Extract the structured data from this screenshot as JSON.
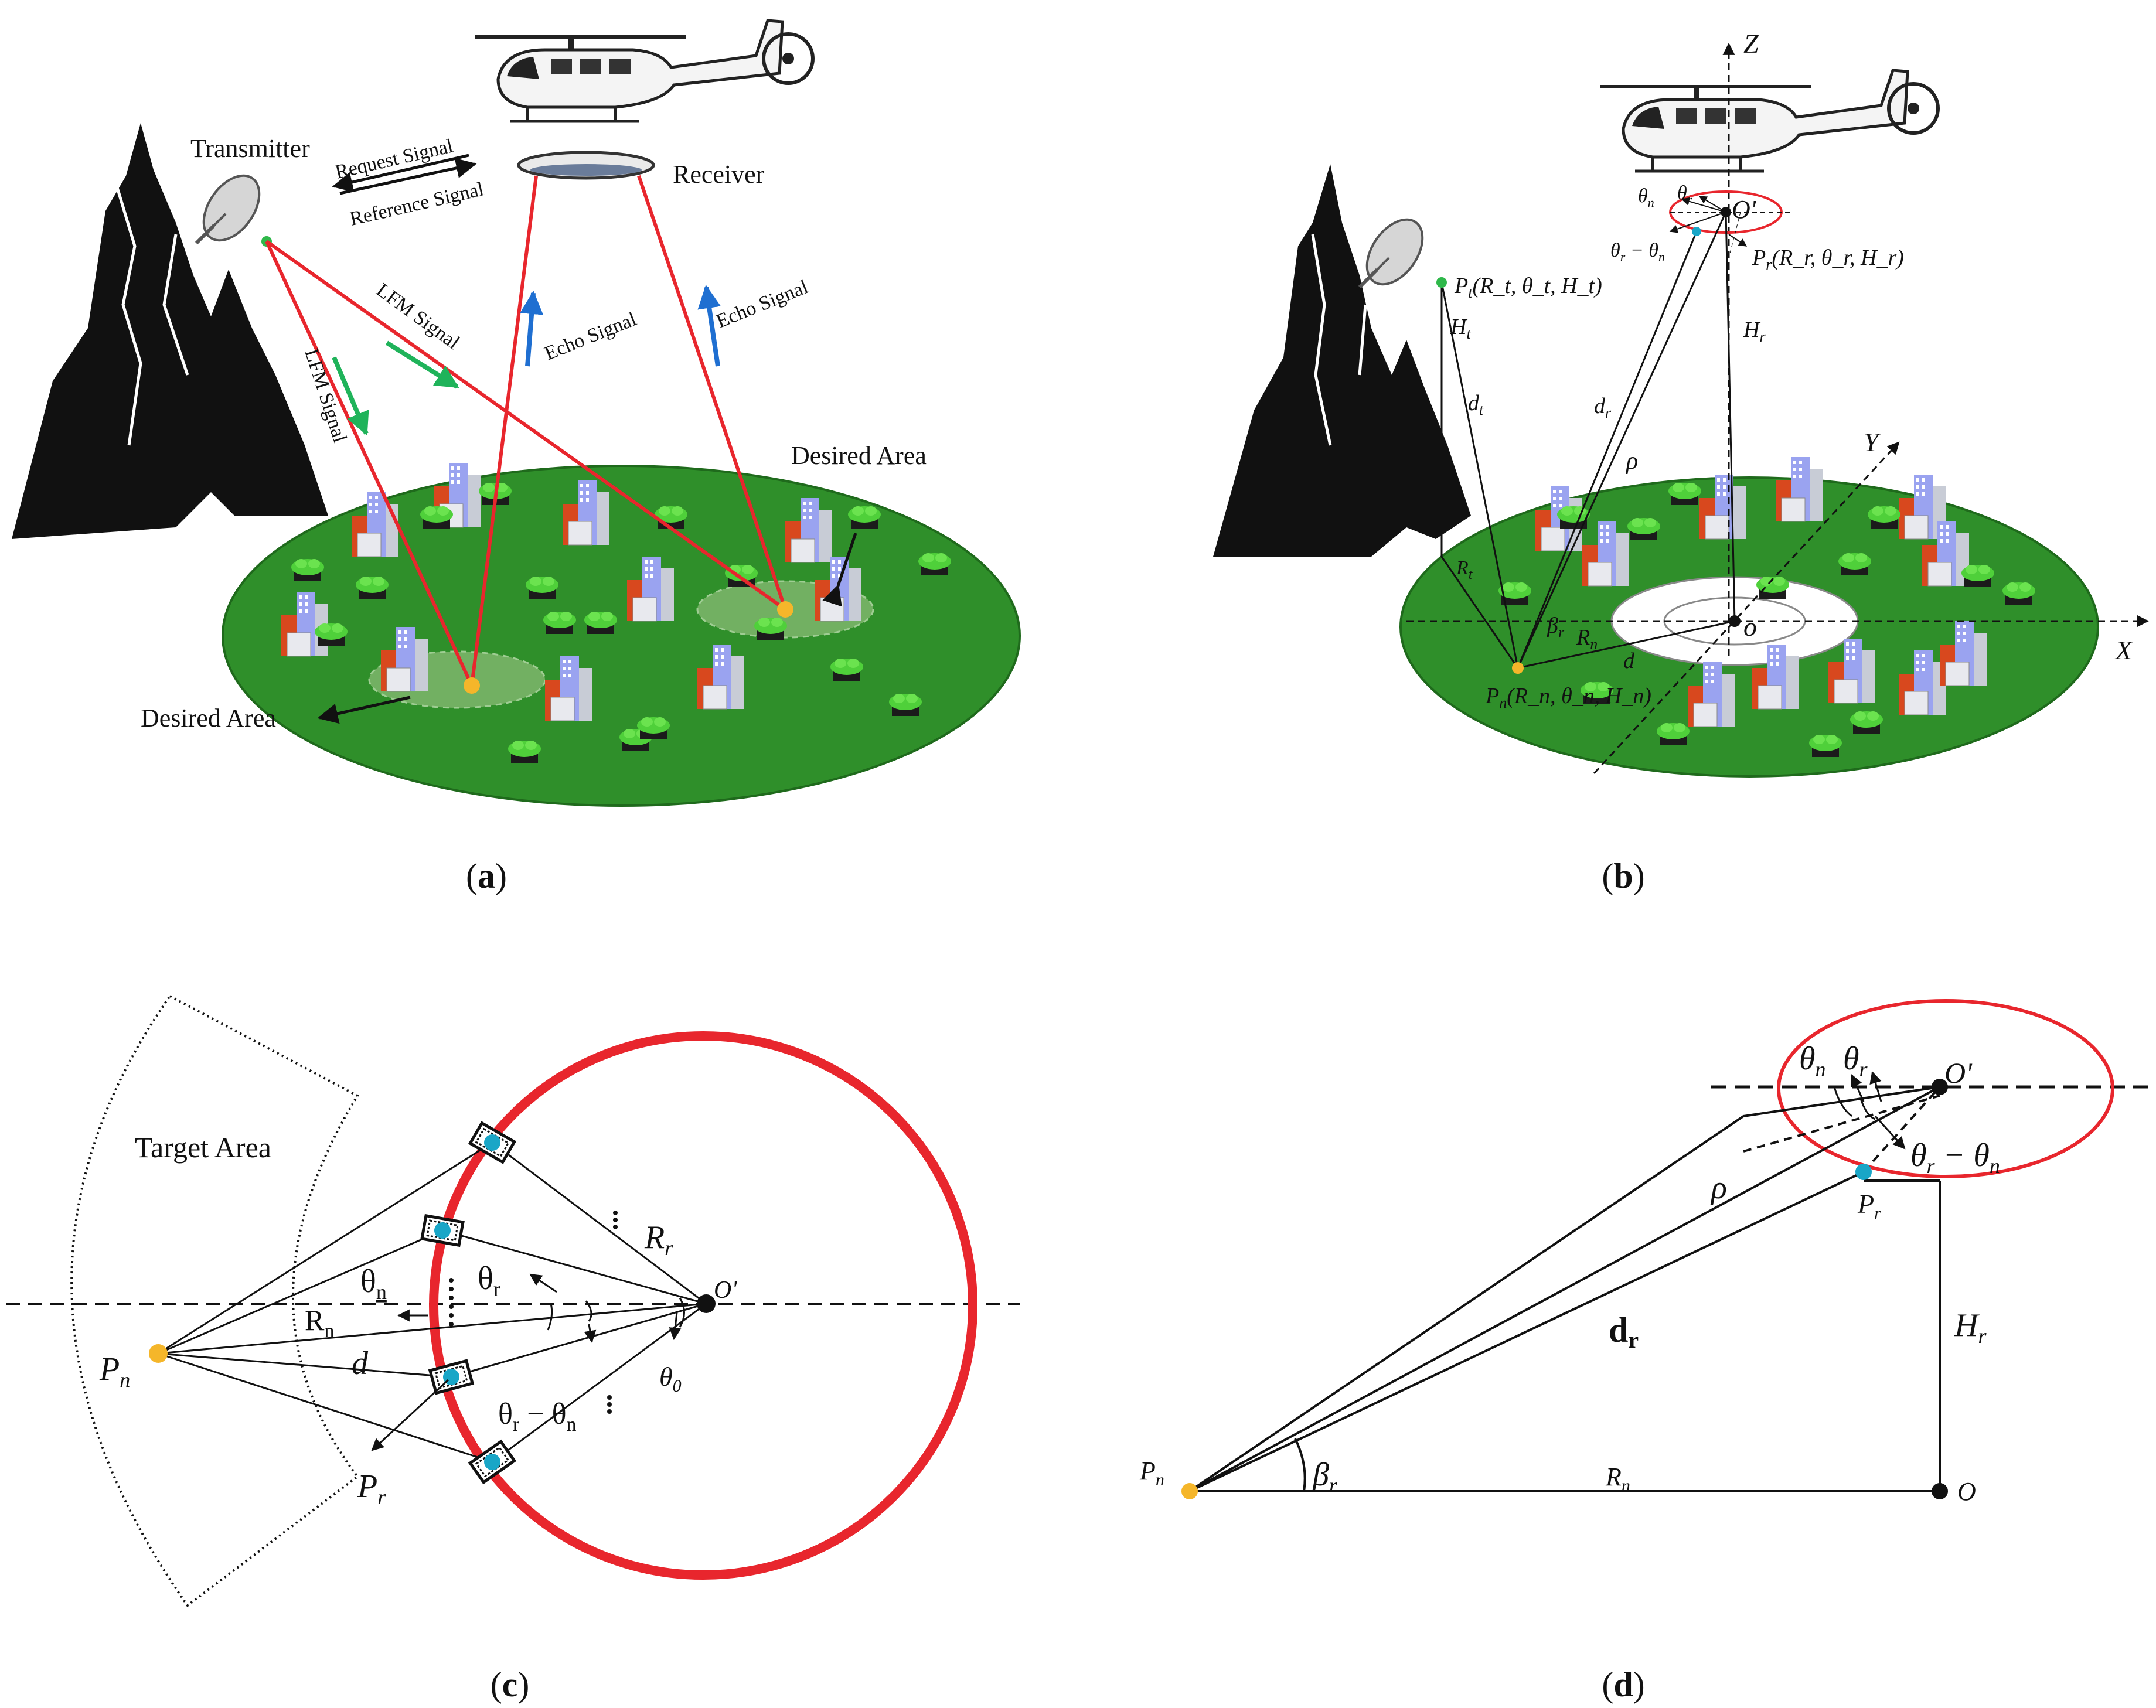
{
  "panels": {
    "a": {
      "caption_open": "(",
      "caption_letter": "a",
      "caption_close": ")",
      "labels": {
        "transmitter": "Transmitter",
        "receiver": "Receiver",
        "request_signal": "Request Signal",
        "reference_signal": "Reference Signal",
        "lfm_signal_1": "LFM Signal",
        "lfm_signal_2": "LFM Signal",
        "echo_signal_1": "Echo Signal",
        "echo_signal_2": "Echo Signal",
        "desired_area_1": "Desired Area",
        "desired_area_2": "Desired Area"
      }
    },
    "b": {
      "caption_open": "(",
      "caption_letter": "b",
      "caption_close": ")",
      "labels": {
        "axis_z": "Z",
        "axis_x": "X",
        "axis_y": "Y",
        "origin_top": "O'",
        "origin": "o",
        "pt": "P",
        "pt_sub": "t",
        "pt_args": "(R",
        "pr": "P",
        "pr_sub": "r",
        "pn": "P",
        "pn_sub": "n",
        "ht": "H",
        "ht_sub": "t",
        "hr": "H",
        "hr_sub": "r",
        "dt": "d",
        "dt_sub": "t",
        "dr": "d",
        "dr_sub": "r",
        "rho": "ρ",
        "rt": "R",
        "rt_sub": "t",
        "rn": "R",
        "rn_sub": "n",
        "beta": "β",
        "beta_sub": "r",
        "d": "d",
        "theta_n": "θ",
        "theta_n_sub": "n",
        "theta_r": "θ",
        "theta_r_sub": "r",
        "theta_diff": "θ",
        "theta_diff_sub": "r",
        "theta_diff_mid": " − θ",
        "theta_diff_sub2": "n",
        "pt_full": "(R_t, θ_t, H_t)",
        "pr_full": "(R_r, θ_r, H_r)",
        "pn_full": "(R_n, θ_n, H_n)"
      }
    },
    "c": {
      "caption_open": "(",
      "caption_letter": "c",
      "caption_close": ")",
      "labels": {
        "target_area": "Target Area",
        "pn": "P",
        "pn_sub": "n",
        "pr": "P",
        "pr_sub": "r",
        "origin": "O'",
        "rr": "R",
        "rr_sub": "r",
        "rn": "R",
        "rn_sub": "n",
        "d": "d",
        "theta_n": "θ",
        "theta_n_sub": "n",
        "theta_r": "θ",
        "theta_r_sub": "r",
        "theta_0": "θ",
        "theta_0_sub": "0",
        "theta_diff": "θ",
        "theta_diff_sub": "r",
        "theta_diff_mid": " − θ",
        "theta_diff_sub2": "n"
      }
    },
    "d": {
      "caption_open": "(",
      "caption_letter": "d",
      "caption_close": ")",
      "labels": {
        "pn": "P",
        "pn_sub": "n",
        "pr": "P",
        "pr_sub": "r",
        "origin_top": "O'",
        "origin": "O",
        "rho": "ρ",
        "dr": "d",
        "dr_sub": "r",
        "hr": "H",
        "hr_sub": "r",
        "rn": "R",
        "rn_sub": "n",
        "beta": "β",
        "beta_sub": "r",
        "theta_n": "θ",
        "theta_n_sub": "n",
        "theta_r": "θ",
        "theta_r_sub": "r",
        "theta_diff": "θ",
        "theta_diff_sub": "r",
        "theta_diff_mid": " − θ",
        "theta_diff_sub2": "n"
      }
    }
  },
  "colors": {
    "signal_red": "#e8262d",
    "ground_green": "#2f8f2a",
    "ground_dark": "#1f6a1c",
    "tree_green": "#4fd03a",
    "arrow_green": "#1fb35a",
    "arrow_blue": "#1f6fd1",
    "node_orange": "#f5b62a",
    "node_cyan": "#19a6c7",
    "mountain": "#111111",
    "building_blue": "#9aa3f0",
    "building_red": "#d8481e"
  }
}
